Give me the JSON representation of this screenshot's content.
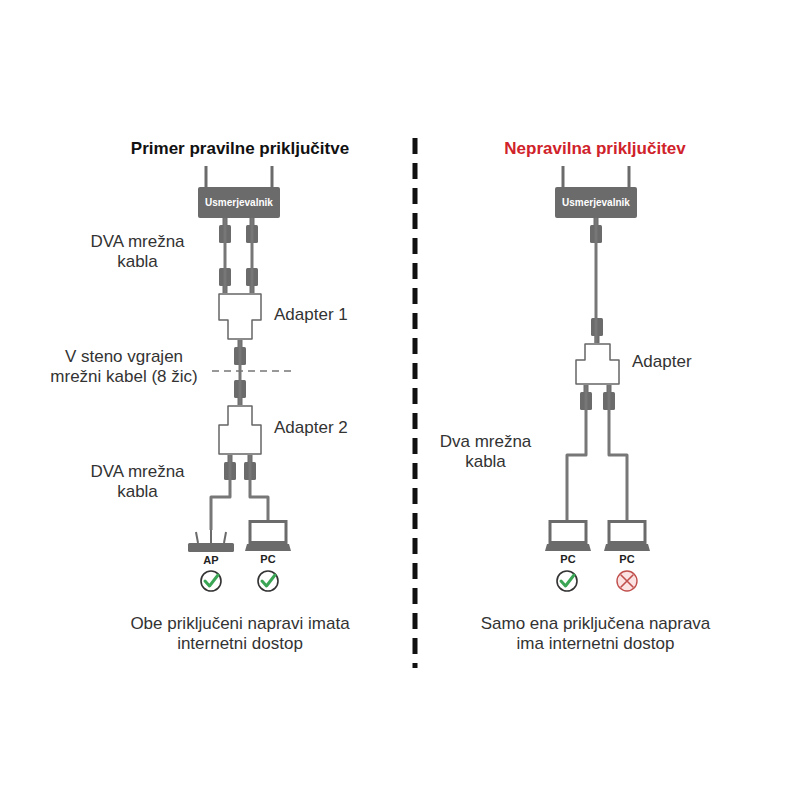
{
  "diagram": {
    "nodes": [
      {
        "text": [
          "Usmerjevalnik"
        ]
      },
      {
        "text": [
          "Adapter 1"
        ]
      },
      {
        "text": [
          "Adapter 2"
        ]
      },
      {
        "text": [
          "AP"
        ]
      },
      {
        "text": [
          "PC"
        ]
      },
      {
        "text": [
          "Usmerjevalnik"
        ]
      },
      {
        "text": [
          "Adapter"
        ]
      },
      {
        "text": [
          "PC"
        ]
      },
      {
        "text": [
          "PC"
        ]
      }
    ],
    "edges": [
      {
        "from": 0,
        "to": 1,
        "arrow": "none"
      },
      {
        "from": 0,
        "to": 1,
        "arrow": "none"
      },
      {
        "from": 1,
        "to": 2,
        "arrow": "none"
      },
      {
        "from": 2,
        "to": 3,
        "arrow": "none"
      },
      {
        "from": 2,
        "to": 4,
        "arrow": "none"
      },
      {
        "from": 5,
        "to": 6,
        "arrow": "none"
      },
      {
        "from": 6,
        "to": 7,
        "arrow": "none"
      },
      {
        "from": 6,
        "to": 8,
        "arrow": "none"
      }
    ],
    "labels": [
      "Primer pravilne priključitve",
      "Nepravilna priključitev",
      "DVA mrežna kabla",
      "V steno vgrajen mrežni kabel (8 žic)",
      "DVA mrežna kabla",
      "Obe priključeni napravi imata internetni dostop",
      "Dva mrežna kabla",
      "Samo ena priključena naprava ima internetni dostop"
    ]
  }
}
